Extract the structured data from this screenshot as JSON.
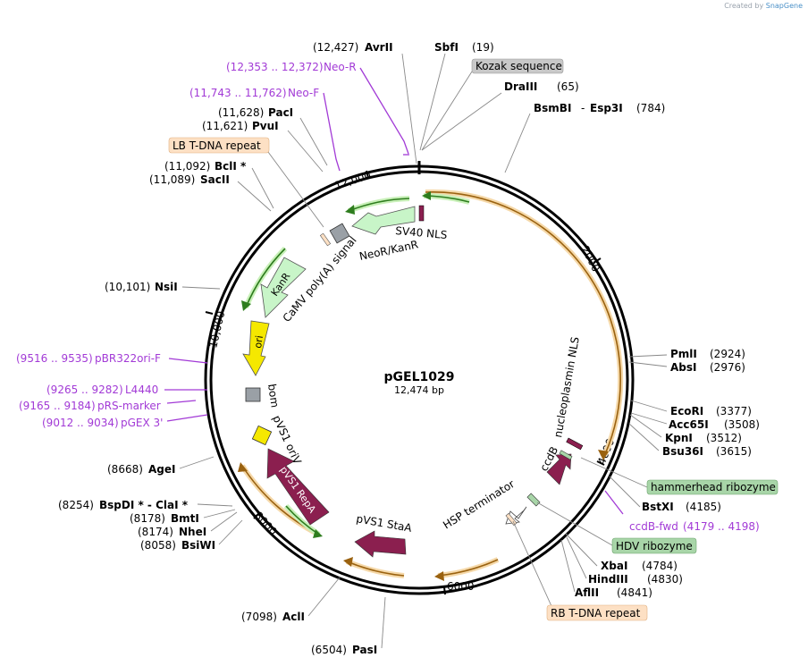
{
  "credit": {
    "prefix": "Created by",
    "brand": "SnapGene"
  },
  "plasmid": {
    "name": "pGEL1029",
    "length_label": "12,474 bp"
  },
  "ticks": [
    "2000",
    "4000",
    "6000",
    "8000",
    "10,000",
    "12,000"
  ],
  "enzymes": {
    "avrii": {
      "pos": "(12,427)",
      "name": "AvrII"
    },
    "sbfi": {
      "pos": "(19)",
      "name": "SbfI"
    },
    "draiii": {
      "pos": "(65)",
      "name": "DraIII"
    },
    "bsmbi": {
      "pos": "(784)",
      "name": "BsmBI",
      "name2": "Esp3I"
    },
    "paci": {
      "pos": "(11,628)",
      "name": "PacI"
    },
    "pvui": {
      "pos": "(11,621)",
      "name": "PvuI"
    },
    "bcli": {
      "pos": "(11,092)",
      "name": "BclI *"
    },
    "sacii": {
      "pos": "(11,089)",
      "name": "SacII"
    },
    "nsii": {
      "pos": "(10,101)",
      "name": "NsiI"
    },
    "pmli": {
      "pos": "(2924)",
      "name": "PmlI"
    },
    "absi": {
      "pos": "(2976)",
      "name": "AbsI"
    },
    "ecori": {
      "pos": "(3377)",
      "name": "EcoRI"
    },
    "acc65i": {
      "pos": "(3508)",
      "name": "Acc65I"
    },
    "kpni": {
      "pos": "(3512)",
      "name": "KpnI"
    },
    "bsu36i": {
      "pos": "(3615)",
      "name": "Bsu36I"
    },
    "bstxi": {
      "pos": "(4185)",
      "name": "BstXI"
    },
    "xbai": {
      "pos": "(4784)",
      "name": "XbaI"
    },
    "hindiii": {
      "pos": "(4830)",
      "name": "HindIII"
    },
    "aflii": {
      "pos": "(4841)",
      "name": "AflII"
    },
    "agei": {
      "pos": "(8668)",
      "name": "AgeI"
    },
    "bspdi": {
      "pos": "(8254)",
      "name": "BspDI * - ClaI *"
    },
    "bmti": {
      "pos": "(8178)",
      "name": "BmtI"
    },
    "nhei": {
      "pos": "(8174)",
      "name": "NheI"
    },
    "bsiwi": {
      "pos": "(8058)",
      "name": "BsiWI"
    },
    "acli": {
      "pos": "(7098)",
      "name": "AclI"
    },
    "pasi": {
      "pos": "(6504)",
      "name": "PasI"
    }
  },
  "primers": {
    "neor": {
      "range": "(12,353 .. 12,372)",
      "name": "Neo-R"
    },
    "neof": {
      "range": "(11,743 .. 11,762)",
      "name": "Neo-F"
    },
    "pbr322": {
      "range": "(9516 .. 9535)",
      "name": "pBR322ori-F"
    },
    "l4440": {
      "range": "(9265 .. 9282)",
      "name": "L4440"
    },
    "prs": {
      "range": "(9165 .. 9184)",
      "name": "pRS-marker"
    },
    "pgex": {
      "range": "(9012 .. 9034)",
      "name": "pGEX 3'"
    },
    "ccdbfwd": {
      "name": "ccdB-fwd",
      "range": "(4179 .. 4198)"
    }
  },
  "boxed_features": {
    "kozak": "Kozak sequence",
    "lb_tdna": "LB T-DNA repeat",
    "hammerhead": "hammerhead ribozyme",
    "hdv": "HDV ribozyme",
    "rb_tdna": "RB T-DNA repeat"
  },
  "features": {
    "sv40": "SV40 NLS",
    "neokan": "NeoR/KanR",
    "camv": "CaMV poly(A) signal",
    "kanr": "KanR",
    "ori": "ori",
    "bom": "bom",
    "pvs1ori": "pVS1 oriV",
    "pvs1repa": "pVS1 RepA",
    "pvs1staa": "pVS1 StaA",
    "hsp": "HSP terminator",
    "ccdb": "ccdB",
    "nucleoplasmin": "nucleoplasmin NLS"
  },
  "colors": {
    "primer": "#a23ad6",
    "orange_arc": "#f0a030",
    "green_arc": "#3aa62a",
    "maroon": "#8b1f4f",
    "light_green": "#c8f5c8",
    "yellow": "#f5e800",
    "gray": "#9aa0a6",
    "kozak_fill": "#c8c8c8",
    "tdna_fill": "#fde0c4",
    "ribozyme_fill": "#a8d5a8"
  }
}
